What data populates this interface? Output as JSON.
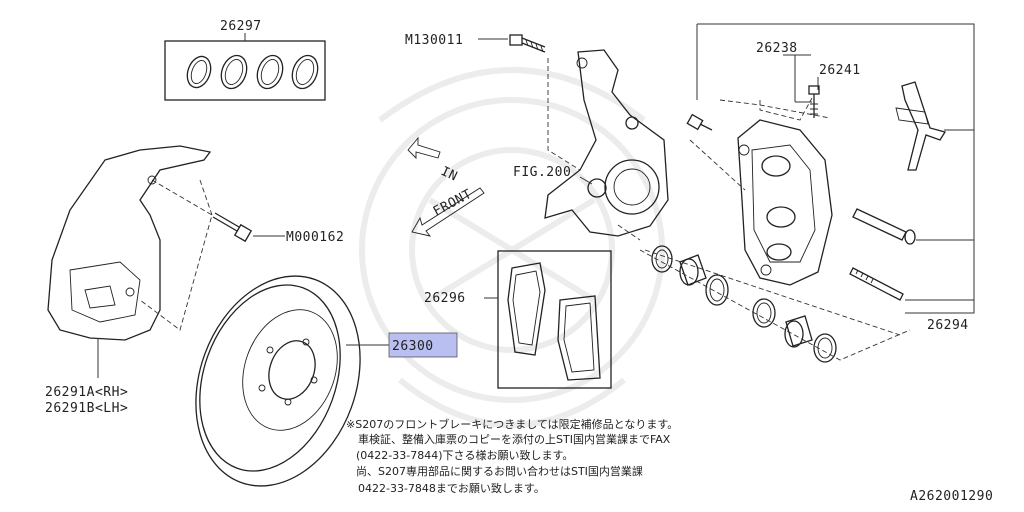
{
  "diagram": {
    "part_labels": {
      "p26297": "26297",
      "m130011": "M130011",
      "p26238": "26238",
      "p26241": "26241",
      "fig200": "FIG.200",
      "m000162": "M000162",
      "p26296": "26296",
      "p26300": "26300",
      "p26294": "26294",
      "p26291a": "26291A<RH>",
      "p26291b": "26291B<LH>"
    },
    "direction_labels": {
      "in": "IN",
      "front": "FRONT"
    },
    "note_lines": [
      "※S207のフロントブレーキにつきましては限定補修品となります。",
      "車検証、整備入庫票のコピーを添付の上STI国内営業課までFAX",
      "(0422-33-7844)下さる様お願い致します。",
      "尚、S207専用部品に関するお問い合わせはSTI国内営業課",
      "0422-33-7848までお願い致します。"
    ],
    "diagram_code": "A262001290",
    "highlight_color": "#b9bff0"
  }
}
